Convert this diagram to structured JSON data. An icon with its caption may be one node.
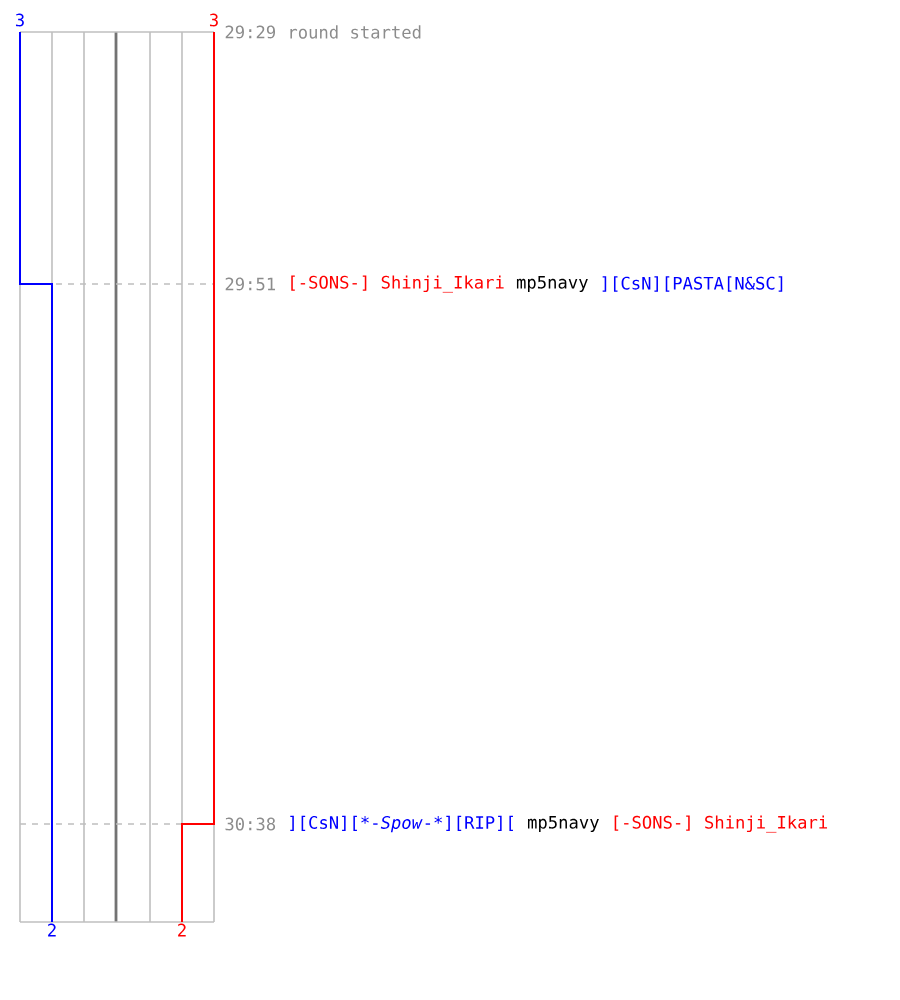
{
  "diagram": {
    "labels": [
      "3",
      "3",
      "29:29",
      "round started",
      "29:51",
      "[-SONS-] Shinji_Ikari",
      "mp5navy",
      "][CsN][PASTA[N&SC]",
      "30:38",
      "][CsN][*-*Spow*-*][RIP][",
      "mp5navy",
      "[-SONS-] Shinji_Ikari",
      "2",
      "2"
    ]
  }
}
